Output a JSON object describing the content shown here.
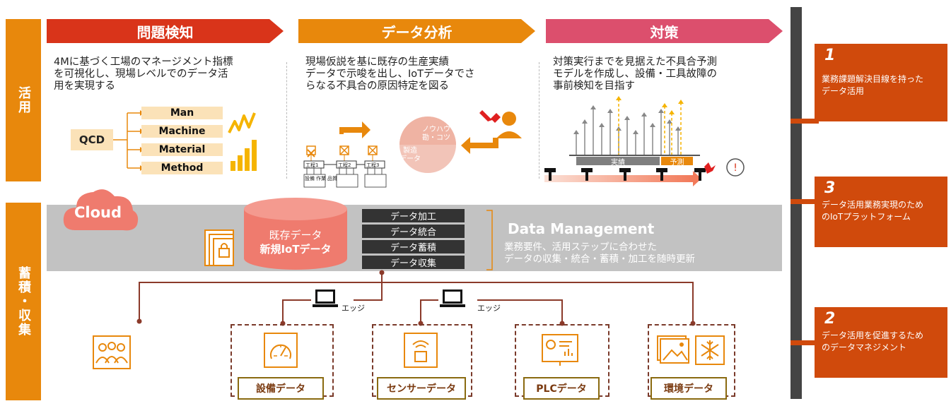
{
  "sections": {
    "top_label": "活用",
    "bottom_label": "蓄積・収集"
  },
  "header": {
    "stage1": "問題検知",
    "stage2": "データ分析",
    "stage3": "対策"
  },
  "colors": {
    "stage1": "#d9341a",
    "stage2": "#e8880c",
    "stage3": "#dc4f6d",
    "brand_orange": "#e8880c",
    "dark_orange": "#d04a0c",
    "data_band": "#c2c2c2",
    "cylinder": "#ef7b6e",
    "line": "#8b3a2a"
  },
  "problem": {
    "description": "4Mに基づく工場のマネージメント指標\nを可視化し、現場レベルでのデータ活\n用を実現する",
    "qcd": "QCD",
    "items": [
      "Man",
      "Machine",
      "Material",
      "Method"
    ]
  },
  "analysis": {
    "description": "現場仮説を基に既存の生産実績\nデータで示唆を出し、IoTデータでさ\nらなる不具合の原因特定を図る",
    "circle_top": "ノウハウ\n勘・コツ",
    "circle_bottom": "製造\nデータ",
    "steps": [
      "工程1",
      "工程2",
      "工程3"
    ],
    "sub_labels": [
      "設備",
      "作業",
      "品質"
    ]
  },
  "countermeasure": {
    "description": "対策実行までを見据えた不具合予測\nモデルを作成し、設備・工具故障の\n事前検知を目指す",
    "actual": "実績",
    "forecast": "予測"
  },
  "data_management": {
    "cloud": "Cloud",
    "cylinder_line1": "既存データ",
    "cylinder_line2": "新規IoTデータ",
    "steps": [
      "データ加工",
      "データ統合",
      "データ蓄積",
      "データ収集"
    ],
    "title": "Data Management",
    "description": "業務要件、活用ステップに合わせた\nデータの収集・統合・蓄積・加工を随時更新"
  },
  "edge": {
    "label1": "エッジ",
    "label2": "エッジ"
  },
  "sources": [
    {
      "label": "設備データ",
      "icon": "gauge-icon"
    },
    {
      "label": "センサーデータ",
      "icon": "sensor-icon"
    },
    {
      "label": "PLCデータ",
      "icon": "presentation-icon"
    },
    {
      "label": "環境データ",
      "icon": "environment-icon"
    }
  ],
  "right_panel": [
    {
      "num": "1",
      "text": "業務課題解決目線を持った\nデータ活用"
    },
    {
      "num": "3",
      "text": "データ活用業務実現のため\nのIoTプラットフォーム"
    },
    {
      "num": "2",
      "text": "データ活用を促進するため\nのデータマネジメント"
    }
  ]
}
